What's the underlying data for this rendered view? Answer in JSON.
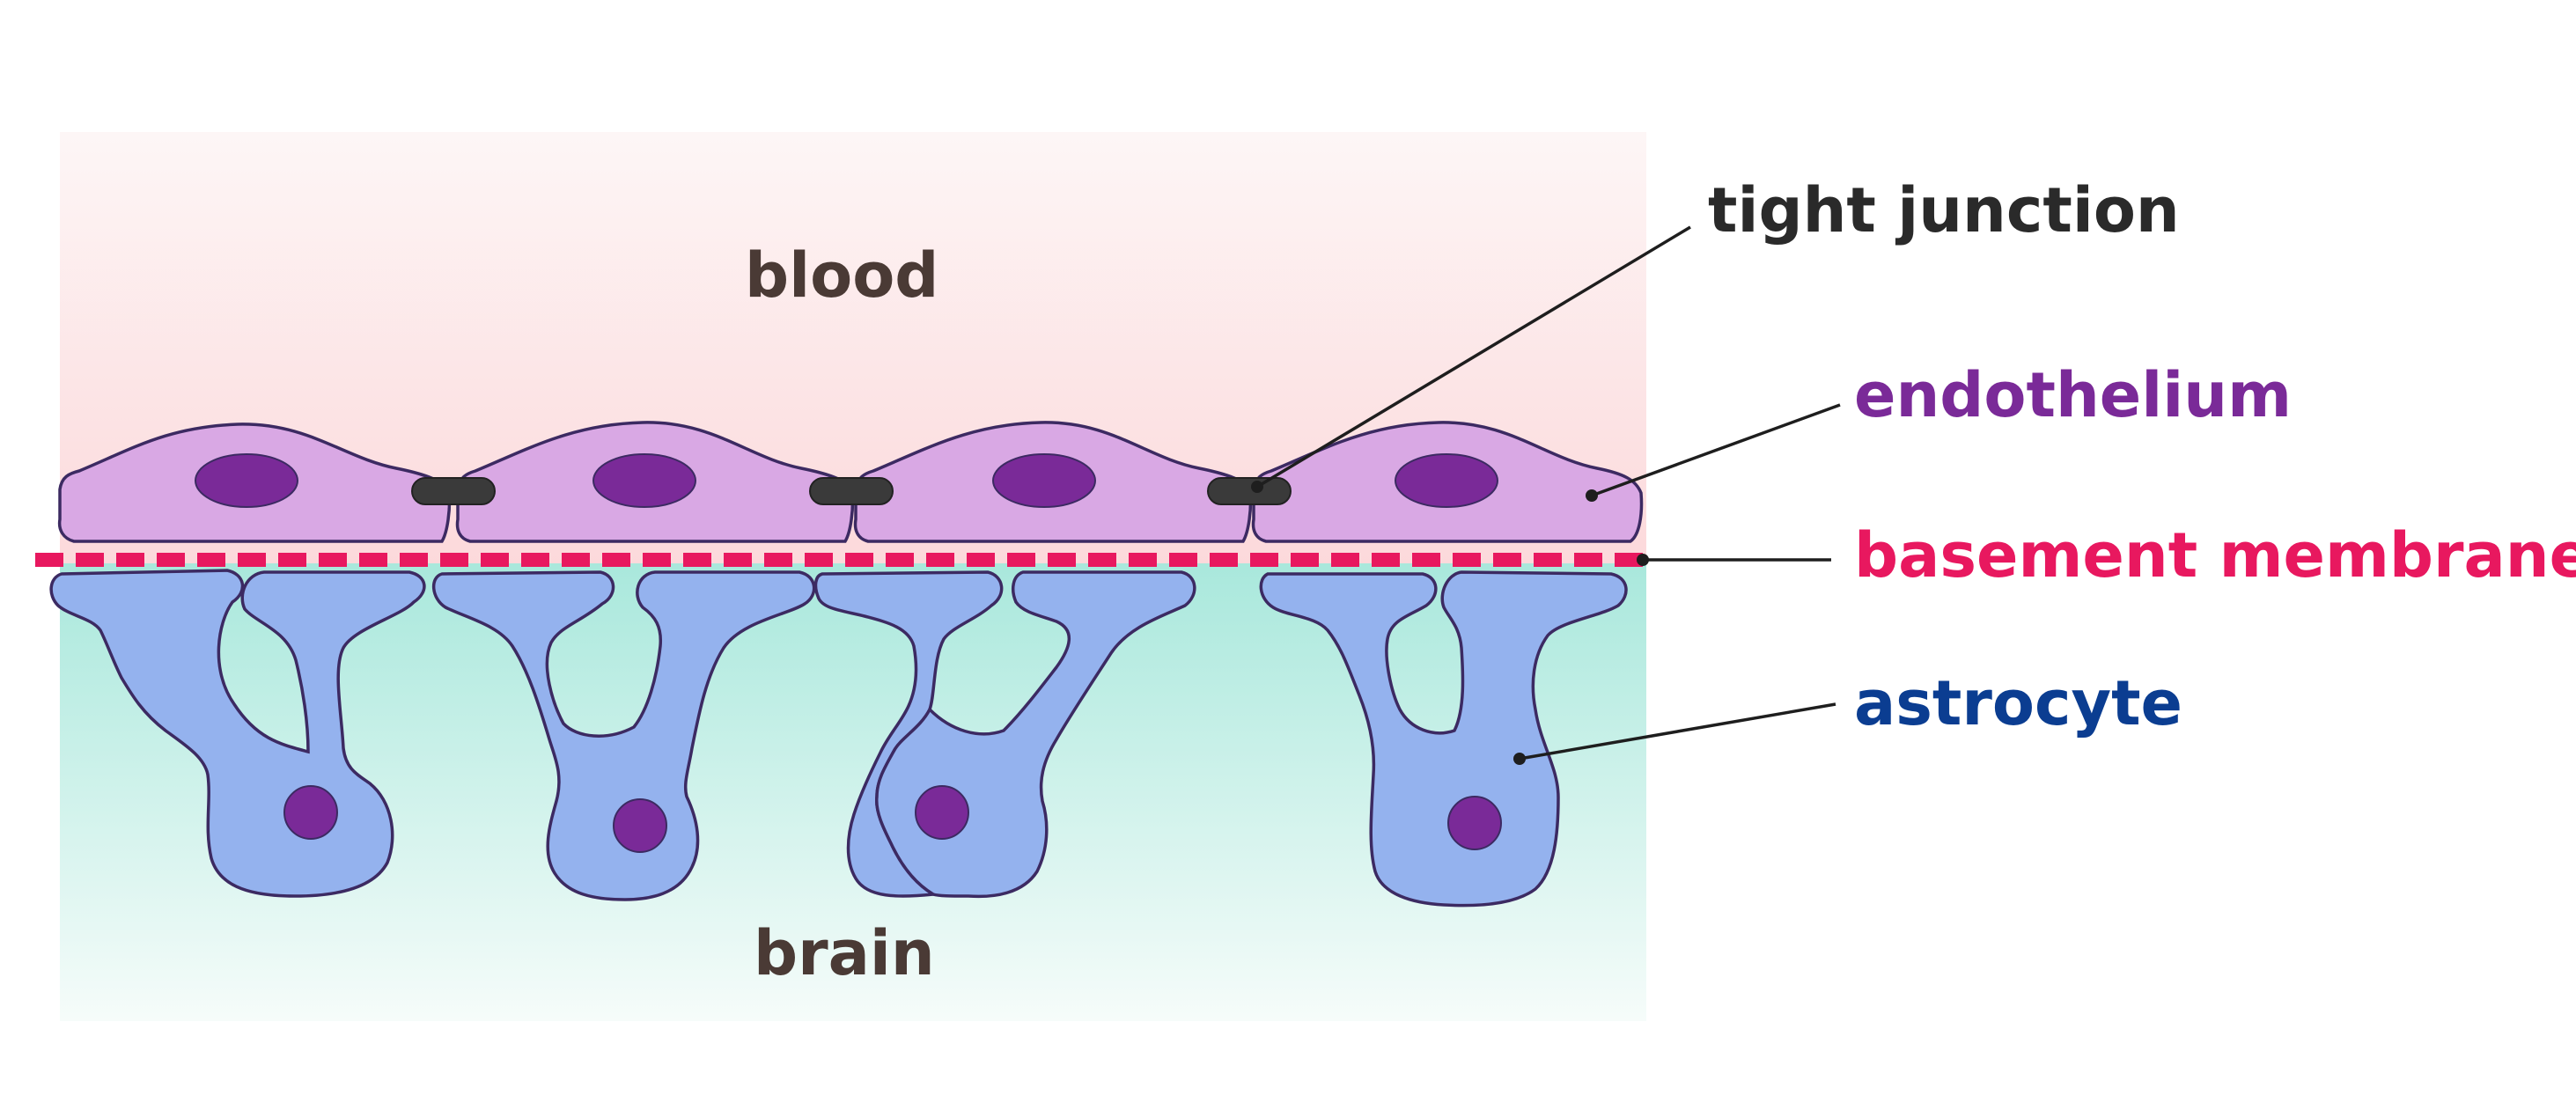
{
  "regions": {
    "blood": "blood",
    "brain": "brain"
  },
  "callouts": {
    "tight_junction": "tight junction",
    "endothelium": "endothelium",
    "basement_membrane": "basement membrane",
    "astrocyte": "astrocyte"
  },
  "colors": {
    "blood_region": "#fde4e5",
    "brain_region": "#b6ece0",
    "endothelial_cell": "#d9a8e4",
    "cell_outline": "#3c2a62",
    "nucleus": "#7a2a98",
    "tight_junction": "#3a3a3a",
    "basement_membrane": "#e8185f",
    "astrocyte": "#94b2ee",
    "label_dark": "#2a2a2a",
    "label_region": "#4a3a35",
    "label_endothelium": "#7a2a98",
    "label_basement_membrane": "#e8185f",
    "label_astrocyte": "#0b3d91"
  }
}
